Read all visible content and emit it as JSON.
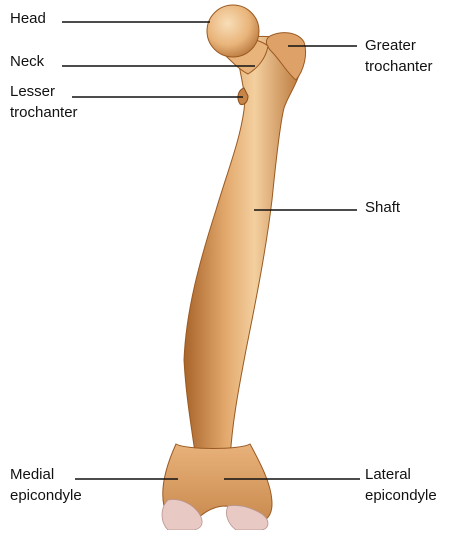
{
  "diagram": {
    "labels": {
      "head": "Head",
      "neck": "Neck",
      "lesser_trochanter": [
        "Lesser",
        "trochanter"
      ],
      "greater_trochanter": [
        "Greater",
        "trochanter"
      ],
      "shaft": "Shaft",
      "medial_epicondyle": [
        "Medial",
        "epicondyle"
      ],
      "lateral_epicondyle": [
        "Lateral",
        "epicondyle"
      ]
    },
    "colors": {
      "bone_light": "#f1c89a",
      "bone_mid": "#d99a5c",
      "bone_dark": "#a8642a",
      "cartilage": "#e8c9c4",
      "leader_line": "#111111"
    }
  }
}
